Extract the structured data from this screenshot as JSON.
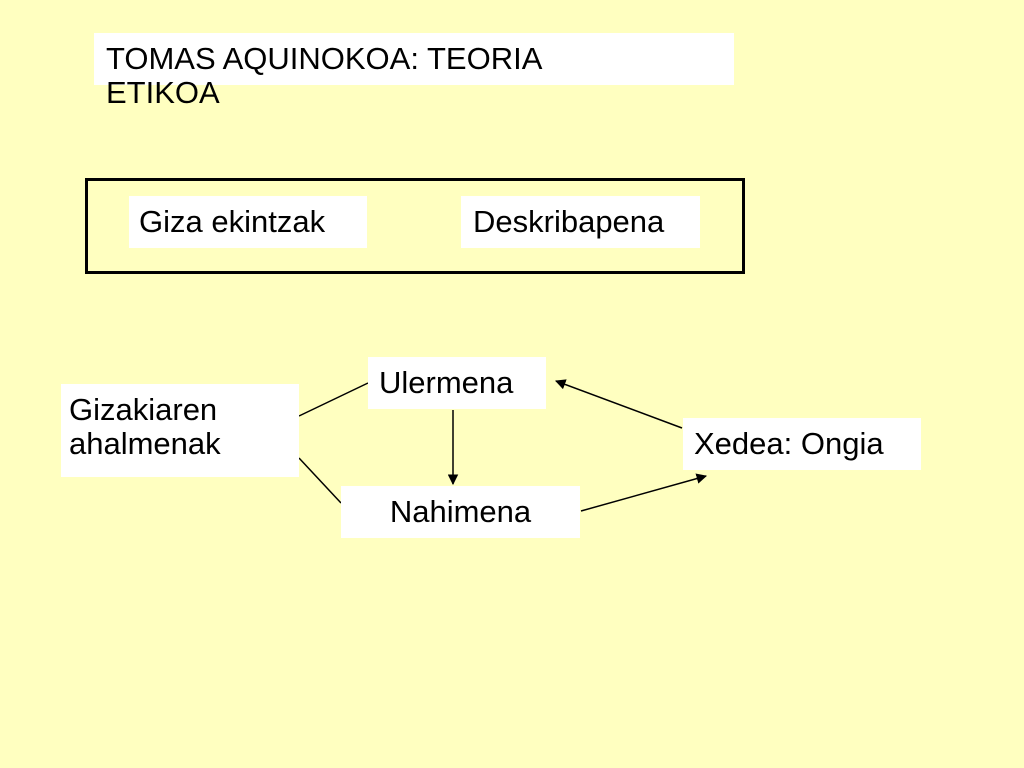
{
  "title": "TOMAS AQUINOKOA:  TEORIA ETIKOA",
  "framed_row": {
    "left_label": "Giza ekintzak",
    "right_label": "Deskribapena"
  },
  "nodes": {
    "gizakiaren": "Gizakiaren ahalmenak",
    "ulermena": "Ulermena",
    "nahimena": "Nahimena",
    "xedea": "Xedea: Ongia"
  },
  "colors": {
    "background": "#ffffc0",
    "box_fill": "#ffffff",
    "ink": "#000000"
  }
}
